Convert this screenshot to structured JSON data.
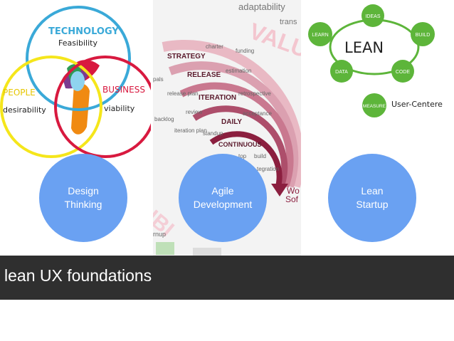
{
  "venn": {
    "technology": "TECHNOLOGY",
    "feasibility": "Feasibility",
    "people": "PEOPLE",
    "desirability": "desirability",
    "business": "BUSINESS",
    "viability": "viability"
  },
  "agile": {
    "adaptability": "adaptability",
    "trans": "trans",
    "value": "VALUE",
    "strategy": "STRATEGY",
    "charter": "charter",
    "funding": "funding",
    "pals": "pals",
    "release": "RELEASE",
    "estimation": "estimation",
    "release_plan": "release plan",
    "iteration": "ITERATION",
    "retrospective": "retrospective",
    "review": "review",
    "acceptance": "acceptance",
    "backlog": "backlog",
    "daily": "DAILY",
    "iteration_plan": "iteration plan",
    "standup": "standup",
    "continuous": "CONTINUOUS",
    "top": "top",
    "build": "build",
    "integration": "tegration",
    "wo": "Wo",
    "sof": "Sof",
    "burnup": "rnup",
    "ibi": "IBI"
  },
  "lean": {
    "ideas": "IDEAS",
    "learn": "LEARN",
    "build": "BUILD",
    "center": "LEAN",
    "data": "DATA",
    "code": "CODE",
    "measure": "MEASURE",
    "user_centered": "User-Centere"
  },
  "circles": {
    "design": [
      "Design",
      "Thinking"
    ],
    "agile": [
      "Agile",
      "Development"
    ],
    "lean": [
      "Lean",
      "Startup"
    ]
  },
  "bar": {
    "title": "lean UX foundations"
  },
  "colors": {
    "circle": "#6aa1f2",
    "bar": "#2f2f2f",
    "venn_tech": "#3aa9d8",
    "venn_people": "#f5e61b",
    "venn_business": "#d8193f",
    "agile_maroon": "#8b1f3f",
    "lean_green": "#5db53a"
  }
}
